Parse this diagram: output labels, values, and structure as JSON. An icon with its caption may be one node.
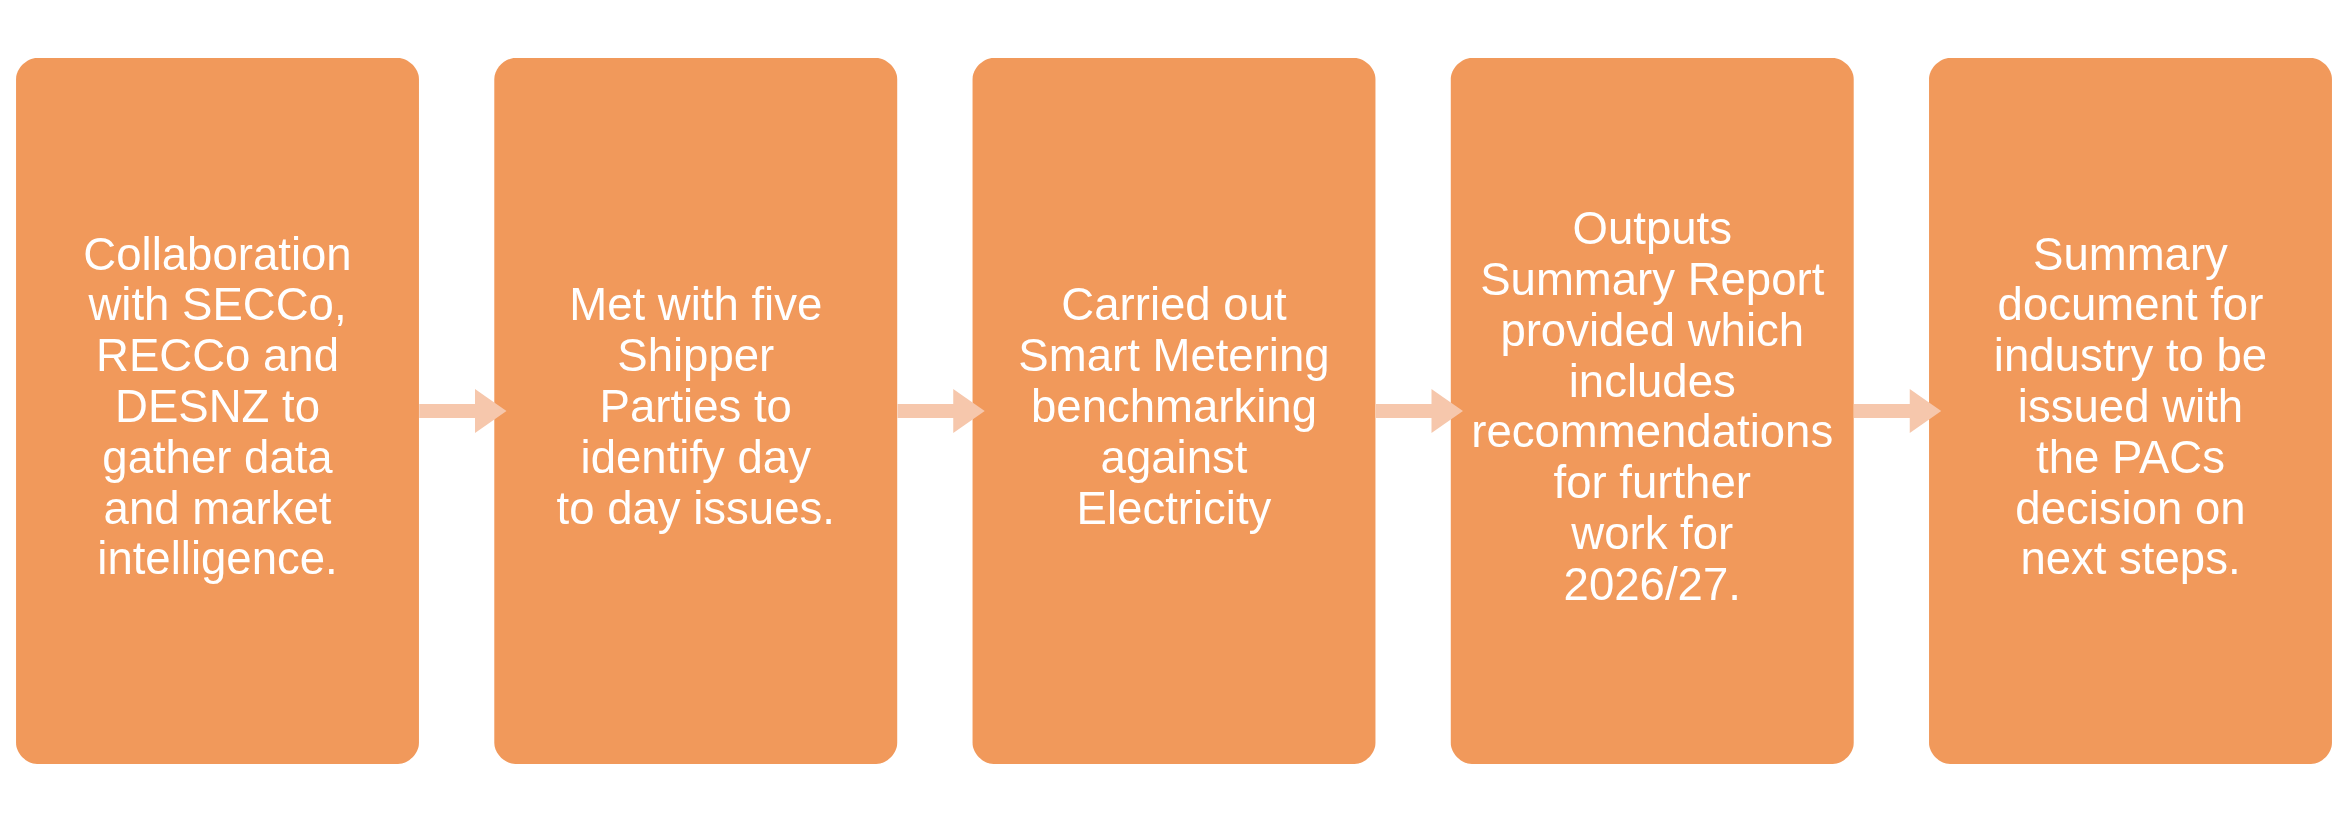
{
  "diagram": {
    "nodes": [
      {
        "text": [
          "Collaboration with SECCo, RECCo and DESNZ to gather data and market intelligence."
        ]
      },
      {
        "text": [
          "Met with five Shipper Parties to identify day to day issues."
        ]
      },
      {
        "text": [
          "Carried out Smart Metering benchmarking against Electricity"
        ]
      },
      {
        "text": [
          "Outputs Summary Report provided which includes recommendations for further work for 2026/27."
        ]
      },
      {
        "text": [
          "Summary document for industry to be issued with the PACs decision on next steps."
        ]
      }
    ],
    "edges": [
      {
        "from": 0,
        "to": 1,
        "arrow": "to"
      },
      {
        "from": 1,
        "to": 2,
        "arrow": "to"
      },
      {
        "from": 2,
        "to": 3,
        "arrow": "to"
      },
      {
        "from": 3,
        "to": 4,
        "arrow": "to"
      }
    ]
  }
}
